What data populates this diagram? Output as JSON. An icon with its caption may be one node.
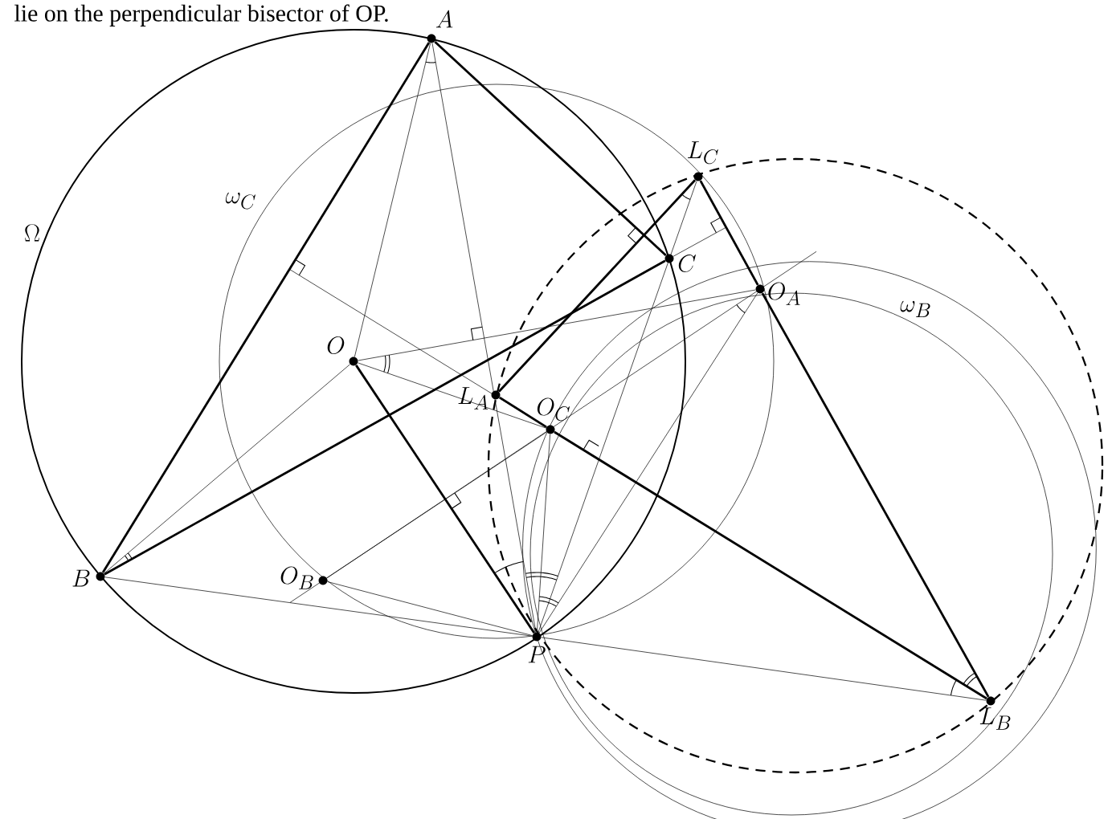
{
  "diagram": {
    "nodes": [
      {
        "text": [
          "A"
        ]
      },
      {
        "text": [
          "B"
        ]
      },
      {
        "text": [
          "C"
        ]
      },
      {
        "text": [
          "O"
        ]
      },
      {
        "text": [
          "L_A"
        ]
      },
      {
        "text": [
          "O_C"
        ]
      },
      {
        "text": [
          "O_B"
        ]
      },
      {
        "text": [
          "P"
        ]
      },
      {
        "text": [
          "L_C"
        ]
      },
      {
        "text": [
          "O_A"
        ]
      },
      {
        "text": [
          "L_B"
        ]
      }
    ],
    "edges": [
      {
        "from": 0,
        "to": 1,
        "arrow": "none",
        "style": "thick"
      },
      {
        "from": 0,
        "to": 2,
        "arrow": "none",
        "style": "thick"
      },
      {
        "from": 1,
        "to": 2,
        "arrow": "none",
        "style": "thick"
      },
      {
        "from": 4,
        "to": 8,
        "arrow": "none",
        "style": "thick"
      },
      {
        "from": 8,
        "to": 9,
        "arrow": "none",
        "style": "thick"
      },
      {
        "from": 9,
        "to": 10,
        "arrow": "none",
        "style": "thick"
      },
      {
        "from": 4,
        "to": 5,
        "arrow": "none",
        "style": "thick"
      },
      {
        "from": 5,
        "to": 10,
        "arrow": "none",
        "style": "thick"
      },
      {
        "from": 3,
        "to": 7,
        "arrow": "none",
        "style": "thick"
      },
      {
        "from": 0,
        "to": 3,
        "arrow": "none"
      },
      {
        "from": 0,
        "to": 7,
        "arrow": "none"
      },
      {
        "from": 3,
        "to": 9,
        "arrow": "none"
      },
      {
        "from": 3,
        "to": 5,
        "arrow": "none"
      },
      {
        "from": 1,
        "to": 3,
        "arrow": "none"
      },
      {
        "from": 1,
        "to": 7,
        "arrow": "none"
      },
      {
        "from": 6,
        "to": 9,
        "arrow": "none"
      },
      {
        "from": 6,
        "to": 5,
        "arrow": "none"
      },
      {
        "from": 6,
        "to": 7,
        "arrow": "none"
      },
      {
        "from": 7,
        "to": 5,
        "arrow": "none"
      },
      {
        "from": 7,
        "to": 8,
        "arrow": "none"
      },
      {
        "from": 7,
        "to": 9,
        "arrow": "none"
      },
      {
        "from": 7,
        "to": 10,
        "arrow": "none"
      },
      {
        "from": 2,
        "to": null,
        "arrow": "none"
      }
    ],
    "labels": [
      "lie on the perpendicular bisector of OP.",
      "\\Omega",
      "\\omega_C",
      "\\omega_B"
    ]
  }
}
